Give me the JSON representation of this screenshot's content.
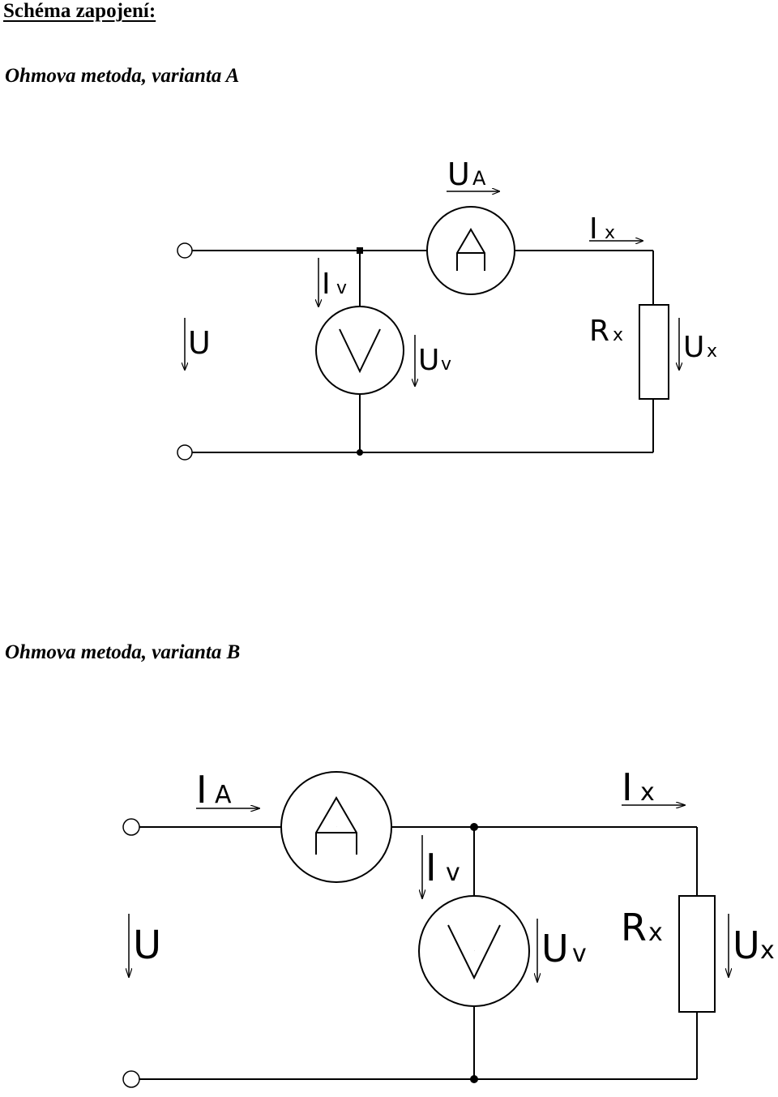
{
  "title": "Schéma zapojení:",
  "variants": [
    {
      "title": "Ohmova metoda, varianta A",
      "labels": {
        "ua_main": "U",
        "ua_sub": "A",
        "ix_main": "I",
        "ix_sub": "x",
        "iv_main": "I",
        "iv_sub": "v",
        "u": "U",
        "uv_main": "U",
        "uv_sub": "v",
        "rx_main": "R",
        "rx_sub": "x",
        "ux_main": "U",
        "ux_sub": "x",
        "ammeter": "A",
        "voltmeter": "V"
      }
    },
    {
      "title": "Ohmova metoda, varianta B",
      "labels": {
        "ia_main": "I",
        "ia_sub": "A",
        "ix_main": "I",
        "ix_sub": "x",
        "iv_main": "I",
        "iv_sub": "v",
        "u": "U",
        "uv_main": "U",
        "uv_sub": "v",
        "rx_main": "R",
        "rx_sub": "x",
        "ux_main": "U",
        "ux_sub": "x",
        "ammeter": "A",
        "voltmeter": "V"
      }
    }
  ]
}
